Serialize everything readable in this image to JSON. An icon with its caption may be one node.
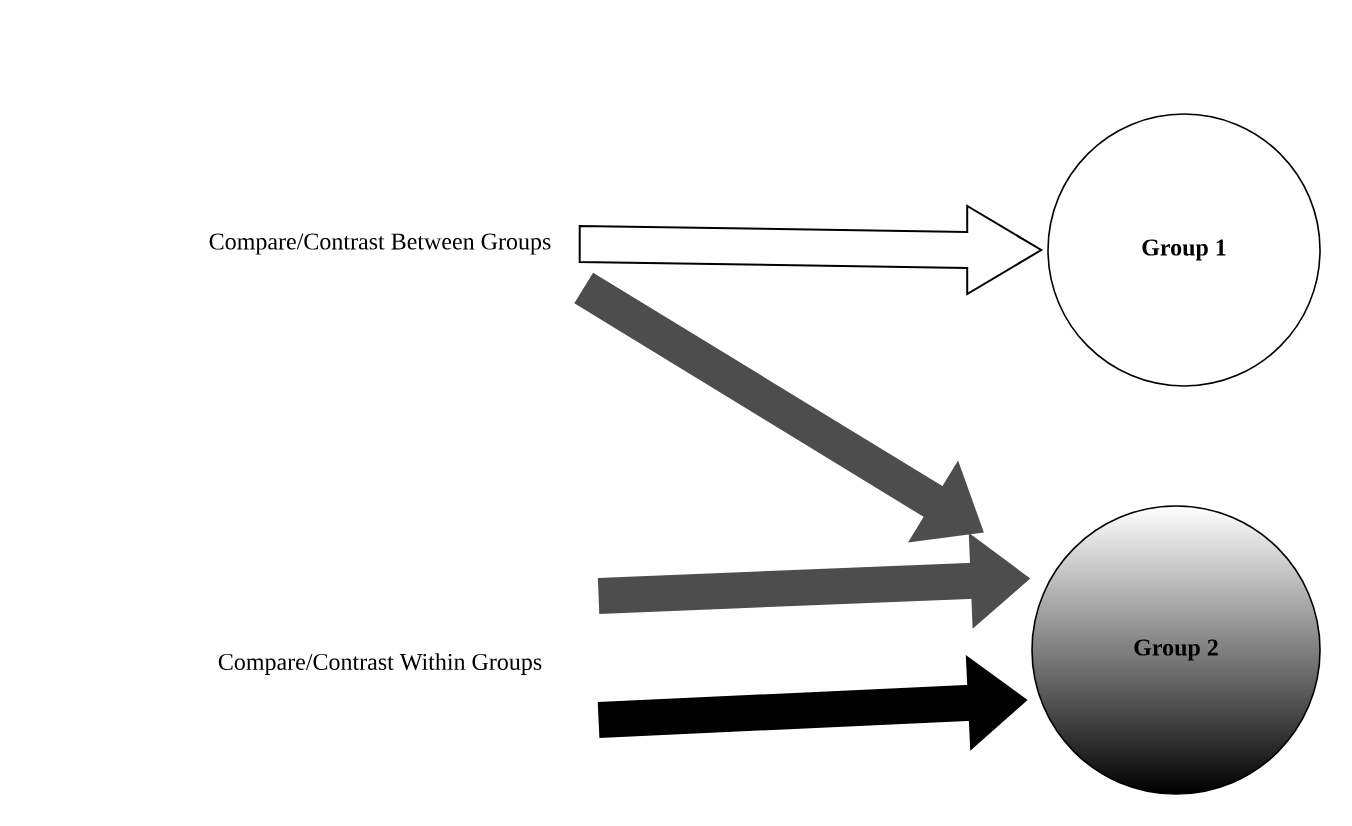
{
  "diagram": {
    "nodes": [
      {
        "text": [
          "Compare/Contrast Between Groups"
        ]
      },
      {
        "text": [
          "Group 1"
        ]
      },
      {
        "text": [
          "Compare/Contrast Within Groups"
        ]
      },
      {
        "text": [
          "Group 2"
        ]
      }
    ],
    "edges": [
      {
        "from": 0,
        "to": 1,
        "arrow": "to",
        "color": "#ffffff"
      },
      {
        "from": 0,
        "to": 3,
        "arrow": "to",
        "color": "#4d4d4d"
      },
      {
        "from": 2,
        "to": 3,
        "arrow": "to",
        "color": "#4d4d4d"
      },
      {
        "from": 2,
        "to": 3,
        "arrow": "to",
        "color": "#000000"
      }
    ]
  }
}
